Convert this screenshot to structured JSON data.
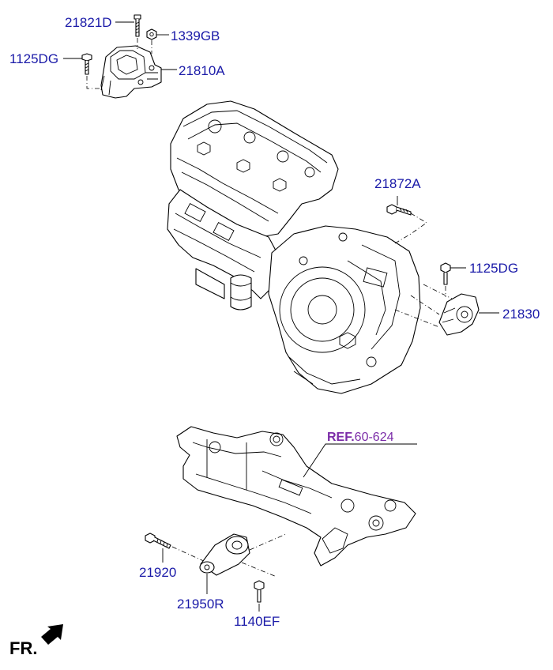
{
  "labels": {
    "p21821d": "21821D",
    "p1339gb": "1339GB",
    "p1125dg_top": "1125DG",
    "p21810a": "21810A",
    "p21872a": "21872A",
    "p1125dg_right": "1125DG",
    "p21830": "21830",
    "ref_prefix": "REF.",
    "ref_number": "60-624",
    "p21920": "21920",
    "p21950r": "21950R",
    "p1140ef": "1140EF"
  },
  "direction": {
    "text": "FR."
  },
  "colors": {
    "part_label": "#1a1aa8",
    "reference_label": "#7b2ca8",
    "line_art": "#000000"
  }
}
